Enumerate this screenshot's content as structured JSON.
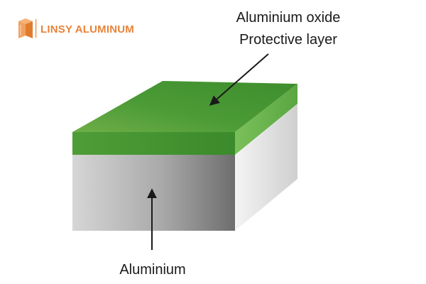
{
  "brand": {
    "name": "LINSY ALUMINUM",
    "color": "#e8833a"
  },
  "diagram": {
    "top_label_line1": "Aluminium oxide",
    "top_label_line2": "Protective layer",
    "bottom_label": "Aluminium"
  },
  "colors": {
    "oxide_green": "#4b9a35",
    "oxide_green_light": "#7fbf5a",
    "aluminium_gray": "#bdbdbd",
    "aluminium_dark": "#6f6f6f",
    "text": "#1a1a1a"
  }
}
